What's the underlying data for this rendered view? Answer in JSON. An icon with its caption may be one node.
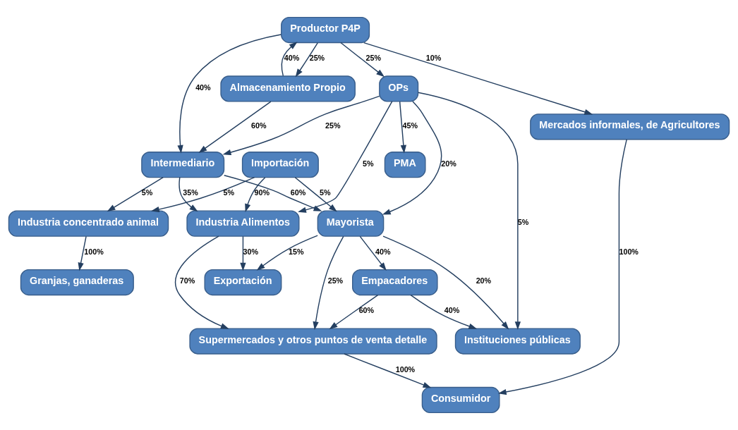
{
  "diagram": {
    "nodes": [
      {
        "text": [
          "PMA"
        ]
      },
      {
        "text": [
          "Productor P4P"
        ]
      },
      {
        "text": [
          "Almacenamiento Propio"
        ]
      },
      {
        "text": [
          "Instituciones públicas"
        ]
      },
      {
        "text": [
          "Mercados informales, de Agricultores"
        ]
      },
      {
        "text": [
          "OPs"
        ]
      },
      {
        "text": [
          "Intermediario"
        ]
      },
      {
        "text": [
          "Importación"
        ]
      },
      {
        "text": [
          "Empacadores"
        ]
      },
      {
        "text": [
          "Mayorista"
        ]
      },
      {
        "text": [
          "Industria Alimentos"
        ]
      },
      {
        "text": [
          "Industria concentrado animal"
        ]
      },
      {
        "text": [
          "Exportación"
        ]
      },
      {
        "text": [
          "Supermercados y otros puntos de venta detalle"
        ]
      },
      {
        "text": [
          "Consumidor"
        ]
      },
      {
        "text": [
          "Granjas, ganaderas"
        ]
      }
    ],
    "edges": [
      {
        "from": 1,
        "to": 2,
        "arrow": "to",
        "label": "25%"
      },
      {
        "from": 2,
        "to": 1,
        "arrow": "to",
        "label": "40%"
      },
      {
        "from": 1,
        "to": 4,
        "arrow": "to",
        "label": "10%"
      },
      {
        "from": 2,
        "to": 6,
        "arrow": "to",
        "label": "60%"
      },
      {
        "from": 1,
        "to": 5,
        "arrow": "to",
        "label": "25%"
      },
      {
        "from": 1,
        "to": 6,
        "arrow": "to",
        "label": "40%"
      },
      {
        "from": 5,
        "to": 0,
        "arrow": "to",
        "label": "45%"
      },
      {
        "from": 5,
        "to": 3,
        "arrow": "to",
        "label": "5%"
      },
      {
        "from": 5,
        "to": 6,
        "arrow": "to",
        "label": "25%"
      },
      {
        "from": 5,
        "to": 9,
        "arrow": "to",
        "label": "20%"
      },
      {
        "from": 5,
        "to": 10,
        "arrow": "to",
        "label": "5%"
      },
      {
        "from": 9,
        "to": 3,
        "arrow": "to",
        "label": "20%"
      },
      {
        "from": 8,
        "to": 3,
        "arrow": "to",
        "label": "40%"
      },
      {
        "from": 6,
        "to": 9,
        "arrow": "to",
        "label": "60%"
      },
      {
        "from": 6,
        "to": 10,
        "arrow": "to",
        "label": "35%"
      },
      {
        "from": 6,
        "to": 11,
        "arrow": "to",
        "label": "5%"
      },
      {
        "from": 4,
        "to": 14,
        "arrow": "to",
        "label": "100%"
      },
      {
        "from": 7,
        "to": 10,
        "arrow": "to",
        "label": "90%"
      },
      {
        "from": 7,
        "to": 9,
        "arrow": "to",
        "label": "5%"
      },
      {
        "from": 7,
        "to": 11,
        "arrow": "to",
        "label": "5%"
      },
      {
        "from": 9,
        "to": 8,
        "arrow": "to",
        "label": "40%"
      },
      {
        "from": 9,
        "to": 12,
        "arrow": "to",
        "label": "15%"
      },
      {
        "from": 9,
        "to": 13,
        "arrow": "to",
        "label": "25%"
      },
      {
        "from": 8,
        "to": 13,
        "arrow": "to",
        "label": "60%"
      },
      {
        "from": 10,
        "to": 12,
        "arrow": "to",
        "label": "30%"
      },
      {
        "from": 10,
        "to": 13,
        "arrow": "to",
        "label": "70%"
      },
      {
        "from": 13,
        "to": 14,
        "arrow": "to",
        "label": "100%"
      },
      {
        "from": 11,
        "to": 15,
        "arrow": "to",
        "label": "100%"
      }
    ]
  }
}
